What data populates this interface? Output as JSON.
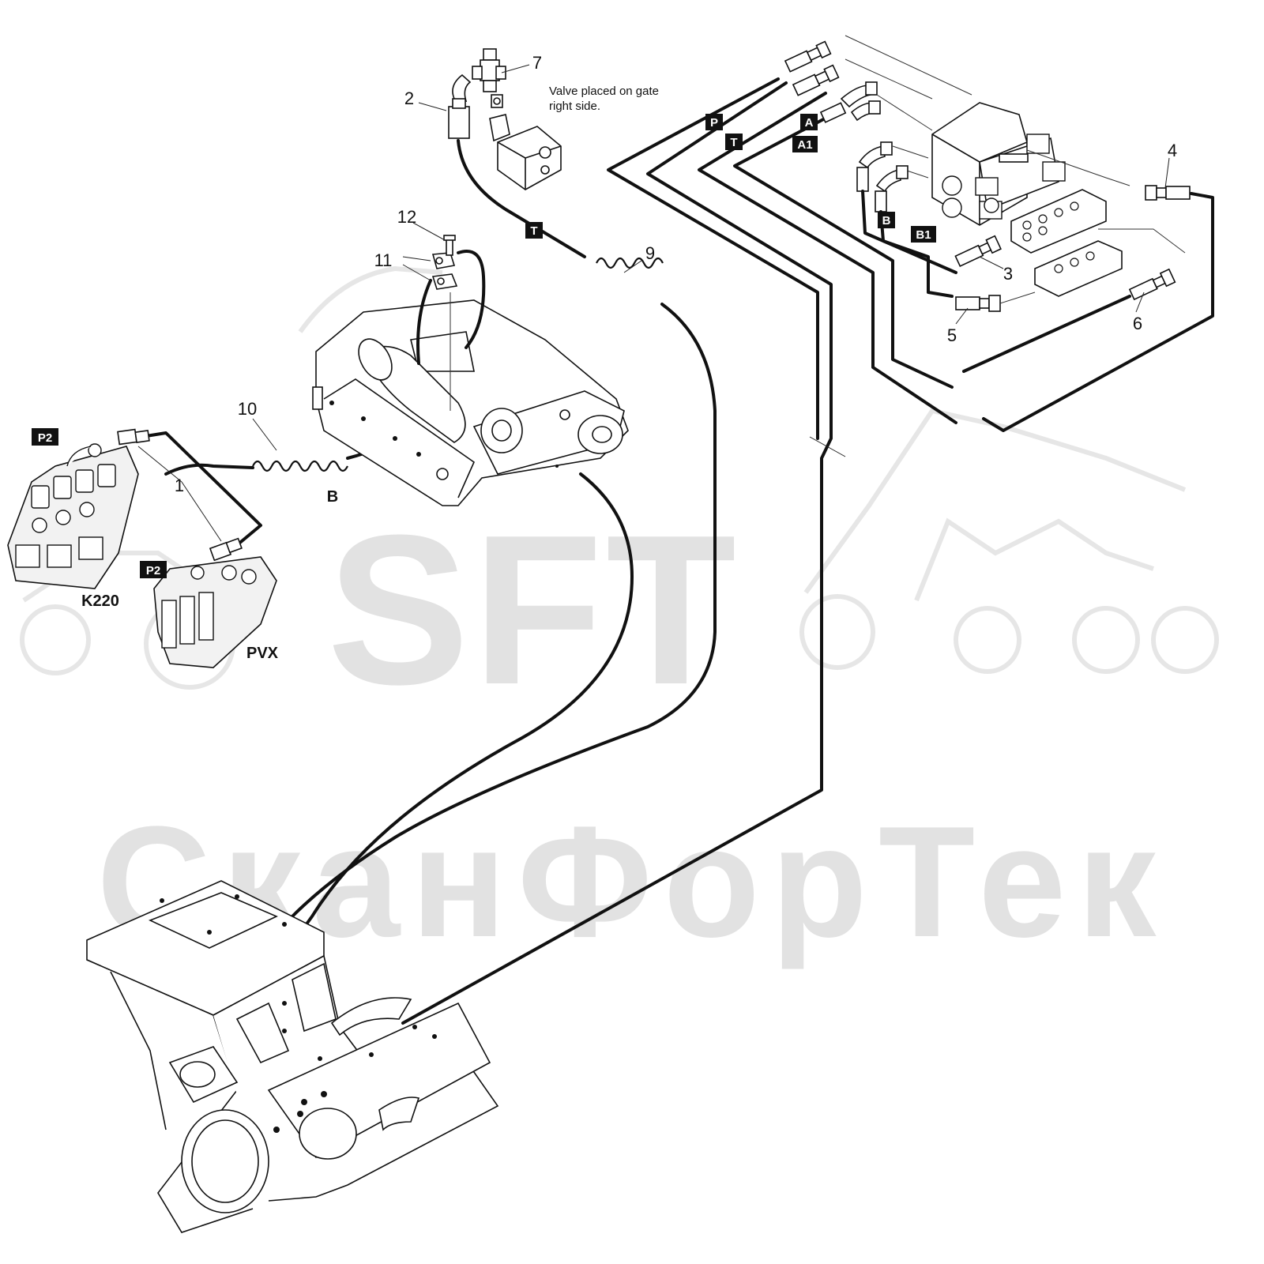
{
  "watermark": {
    "logo_text": "SFT",
    "brand_text": "СканФорТек"
  },
  "note": {
    "line1": "Valve placed on gate",
    "line2": "right side."
  },
  "callouts": [
    "1",
    "2",
    "3",
    "4",
    "5",
    "6",
    "7",
    "9",
    "10",
    "11",
    "12"
  ],
  "port_tags": {
    "p2_a": "P2",
    "p2_b": "P2",
    "t_hose": "T",
    "p": "P",
    "t": "T",
    "a": "A",
    "a1": "A1",
    "b": "B",
    "b1": "B1"
  },
  "labels": {
    "b_port": "B",
    "k220": "K220",
    "pvx": "PVX"
  },
  "colors": {
    "line": "#111111",
    "tag_bg": "#111111",
    "tag_text": "#ffffff",
    "watermark": "#e2e2e2"
  }
}
